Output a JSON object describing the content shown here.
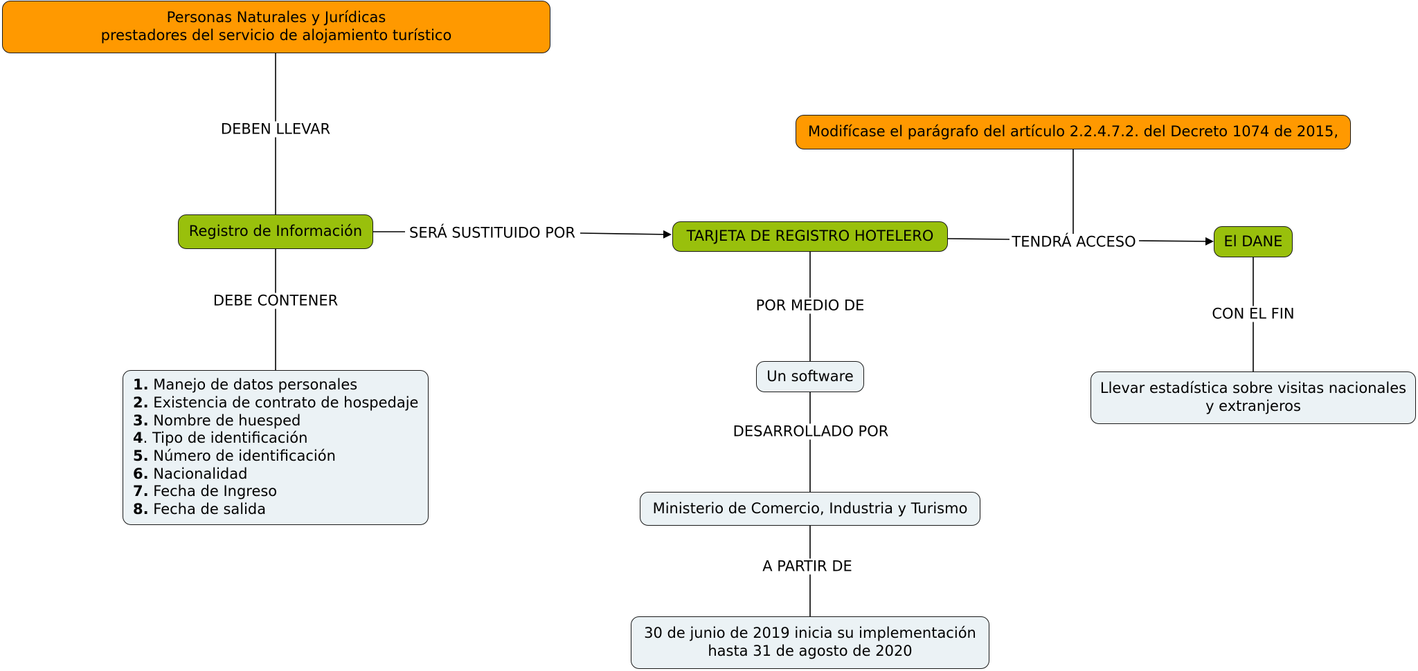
{
  "nodes": {
    "personas": {
      "line1": "Personas Naturales y Jurídicas",
      "line2": "prestadores del servicio de alojamiento turístico"
    },
    "decreto": "Modifícase el parágrafo del artículo 2.2.4.7.2. del Decreto 1074 de 2015,",
    "registro": "Registro de Información",
    "tarjeta": "TARJETA DE REGISTRO HOTELERO",
    "dane": "El DANE",
    "contenido": [
      {
        "num": "1.",
        "text": " Manejo de datos personales"
      },
      {
        "num": "2.",
        "text": " Existencia de contrato de hospedaje"
      },
      {
        "num": "3.",
        "text": " Nombre de huesped"
      },
      {
        "num": "4",
        "text": ". Tipo de identificación"
      },
      {
        "num": "5.",
        "text": " Número de identificación"
      },
      {
        "num": "6.",
        "text": " Nacionalidad"
      },
      {
        "num": "7.",
        "text": " Fecha de Ingreso"
      },
      {
        "num": "8.",
        "text": " Fecha de salida"
      }
    ],
    "software": "Un software",
    "ministerio": "Ministerio de Comercio, Industria y Turismo",
    "fecha": {
      "line1": "30 de junio de 2019 inicia su implementación",
      "line2": "hasta 31 de agosto de 2020"
    },
    "estadistica": {
      "line1": "Llevar estadística sobre visitas nacionales",
      "line2": "y extranjeros"
    }
  },
  "links": {
    "deben_llevar": "DEBEN LLEVAR",
    "sera_sustituido": "SERÁ SUSTITUIDO POR",
    "debe_contener": "DEBE CONTENER",
    "tendra_acceso": "TENDRÁ ACCESO",
    "por_medio_de": "POR MEDIO DE",
    "con_el_fin": "CON EL FIN",
    "desarrollado_por": "DESARROLLADO POR",
    "a_partir_de": "A PARTIR DE"
  },
  "colors": {
    "orange": "#ff9900",
    "green": "#99c00c",
    "pale": "#ebf2f5"
  }
}
